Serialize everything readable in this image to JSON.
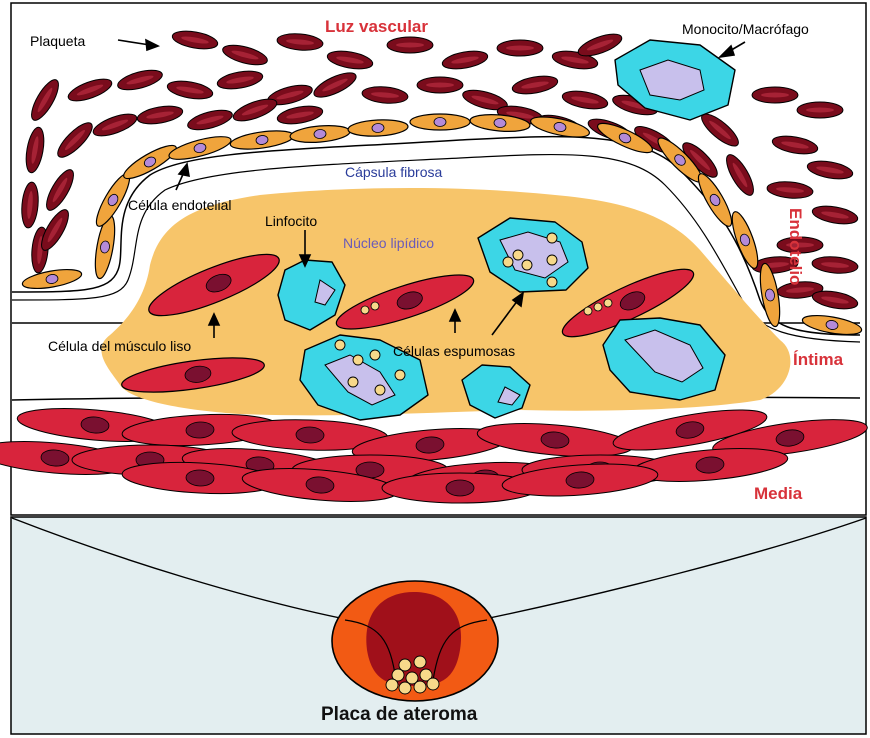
{
  "labels": {
    "lumen": "Luz vascular",
    "platelet": "Plaqueta",
    "monocyte": "Monocito/Macrófago",
    "fibrous_cap": "Cápsula fibrosa",
    "endothelial_cell": "Célula endotelial",
    "lymphocyte": "Linfocito",
    "lipid_core": "Núcleo lipídico",
    "endothelium": "Endotelio",
    "smooth_muscle": "Célula del músculo liso",
    "foam_cells": "Células espumosas",
    "intima": "Íntima",
    "media": "Media",
    "plaque_title": "Placa de ateroma"
  },
  "colors": {
    "red_blood_cell": "#7a0c1c",
    "endothelial_fill": "#f0a43c",
    "endothelial_nucleus": "#b48ad8",
    "lipid_core": "#f7c56a",
    "smooth_muscle": "#d8243c",
    "smooth_muscle_nucleus": "#7a1030",
    "macrophage": "#3cd6e6",
    "macrophage_nucleus": "#c8c0ec",
    "lipid_droplet": "#f7d98a",
    "label_red": "#d8323a",
    "label_blue": "#2a3c9a",
    "lower_panel_bg": "#e3eef0",
    "plaque_outer": "#f25a14",
    "plaque_inner": "#a0101a"
  }
}
